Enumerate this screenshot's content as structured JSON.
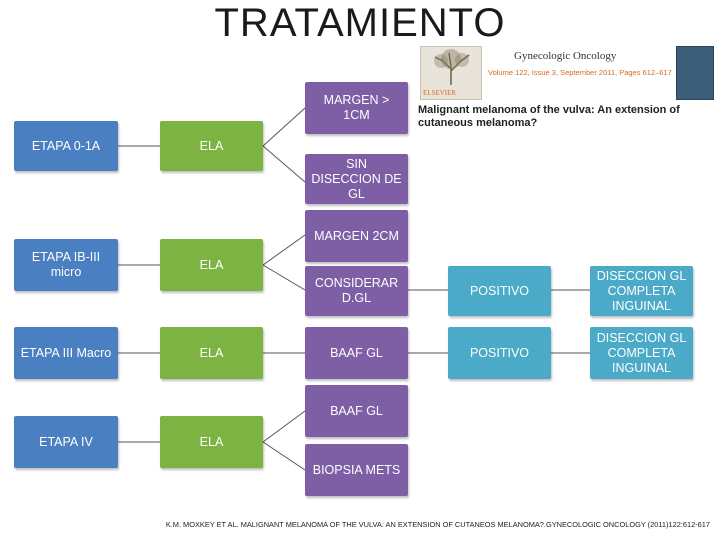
{
  "title": "TRATAMIENTO",
  "journal": {
    "publisher": "ELSEVIER",
    "name": "Gynecologic Oncology",
    "volume": "Volume 122, Issue 3, September 2011, Pages 612–617",
    "article": "Malignant melanoma of the vulva: An extension of cutaneous melanoma?"
  },
  "stages": {
    "s0": "ETAPA 0-1A",
    "s1": "ETAPA IB-III micro",
    "s2": "ETAPA III Macro",
    "s3": "ETAPA IV"
  },
  "ela": "ELA",
  "actions": {
    "margen1": "MARGEN > 1CM",
    "sin_diseccion": "SIN DISECCION DE GL",
    "margen2": "MARGEN 2CM",
    "considerar": "CONSIDERAR D.GL",
    "baaf1": "BAAF GL",
    "baaf2": "BAAF GL",
    "biopsia": "BIOPSIA METS"
  },
  "positivo": "POSITIVO",
  "result": "DISECCION GL COMPLETA INGUINAL",
  "citation": "K.M. MOXKEY ET AL. MALIGNANT MELANOMA OF THE VULVA: AN EXTENSION OF CUTANEOS MELANOMA?.GYNECOLOGIC ONCOLOGY (2011)122:612-617",
  "colors": {
    "stage": "#4a7fc1",
    "ela": "#7cb342",
    "action": "#7e5fa6",
    "positivo": "#4aaac7",
    "line": "#555555"
  }
}
